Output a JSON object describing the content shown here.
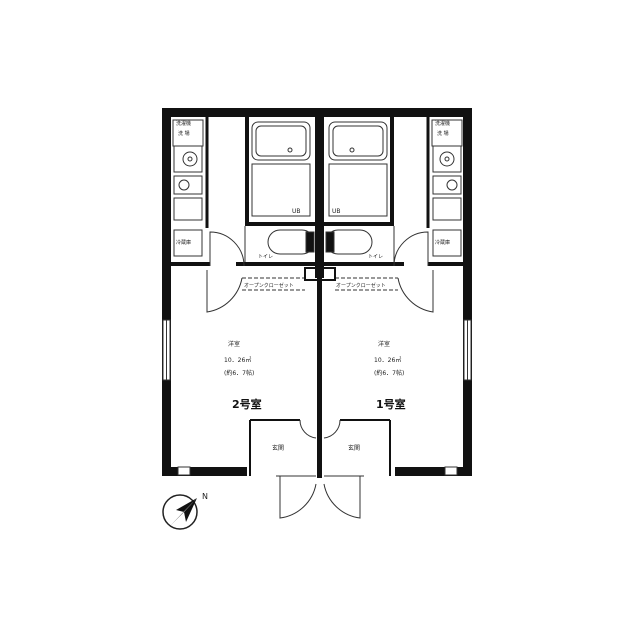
{
  "colors": {
    "wall": "#111111",
    "line": "#333333",
    "paper": "#ffffff"
  },
  "units": [
    {
      "id": "unit-2",
      "unit_name": "2号室",
      "room_type": "洋室",
      "area": "10．26㎡",
      "tatami": "(約6．7帖)",
      "bath": "UB",
      "toilet": "トイレ",
      "closet": "オープンクローゼット",
      "entrance": "玄関",
      "washer": "洗濯機",
      "wash_room": "洗濯機置場",
      "fridge": "冷蔵庫"
    },
    {
      "id": "unit-1",
      "unit_name": "1号室",
      "room_type": "洋室",
      "area": "10．26㎡",
      "tatami": "(約6．7帖)",
      "bath": "UB",
      "toilet": "トイレ",
      "closet": "オープンクローゼット",
      "entrance": "玄関",
      "washer": "洗濯機",
      "wash_room": "洗濯機置場",
      "fridge": "冷蔵庫"
    }
  ],
  "compass": {
    "label": "N",
    "icon": "north-arrow-icon"
  }
}
